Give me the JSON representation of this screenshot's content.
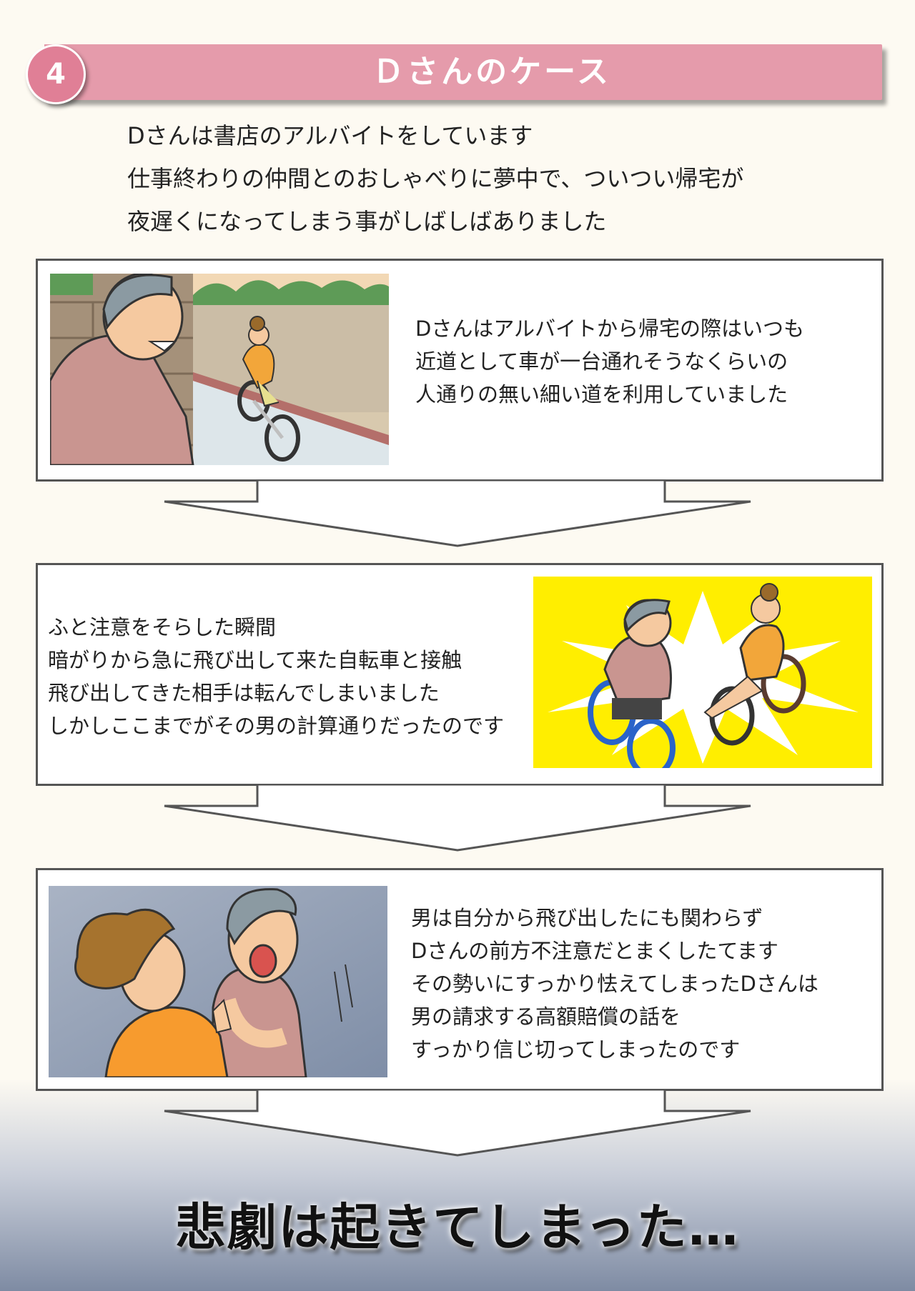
{
  "header": {
    "number": "4",
    "title": "Ｄさんのケース"
  },
  "intro": [
    "Dさんは書店のアルバイトをしています",
    "仕事終わりの仲間とのおしゃべりに夢中で、ついつい帰宅が",
    "夜遅くになってしまう事がしばしばありました"
  ],
  "panels": [
    {
      "lines": [
        "Dさんはアルバイトから帰宅の際はいつも",
        "近道として車が一台通れそうなくらいの",
        "人通りの無い細い道を利用していました"
      ]
    },
    {
      "lines": [
        "ふと注意をそらした瞬間",
        "暗がりから急に飛び出して来た自転車と接触",
        "飛び出してきた相手は転んでしまいました",
        "しかしここまでがその男の計算通りだったのです"
      ]
    },
    {
      "lines": [
        "男は自分から飛び出したにも関わらず",
        "Dさんの前方不注意だとまくしたてます",
        "その勢いにすっかり怯えてしまったDさんは",
        "男の請求する高額賠償の話を",
        "すっかり信じ切ってしまったのです"
      ]
    }
  ],
  "climax": "悲劇は起きてしまった…",
  "colors": {
    "header_pink": "#e59bab",
    "badge_pink": "#e07f96",
    "burst_yellow": "#ffee00"
  }
}
